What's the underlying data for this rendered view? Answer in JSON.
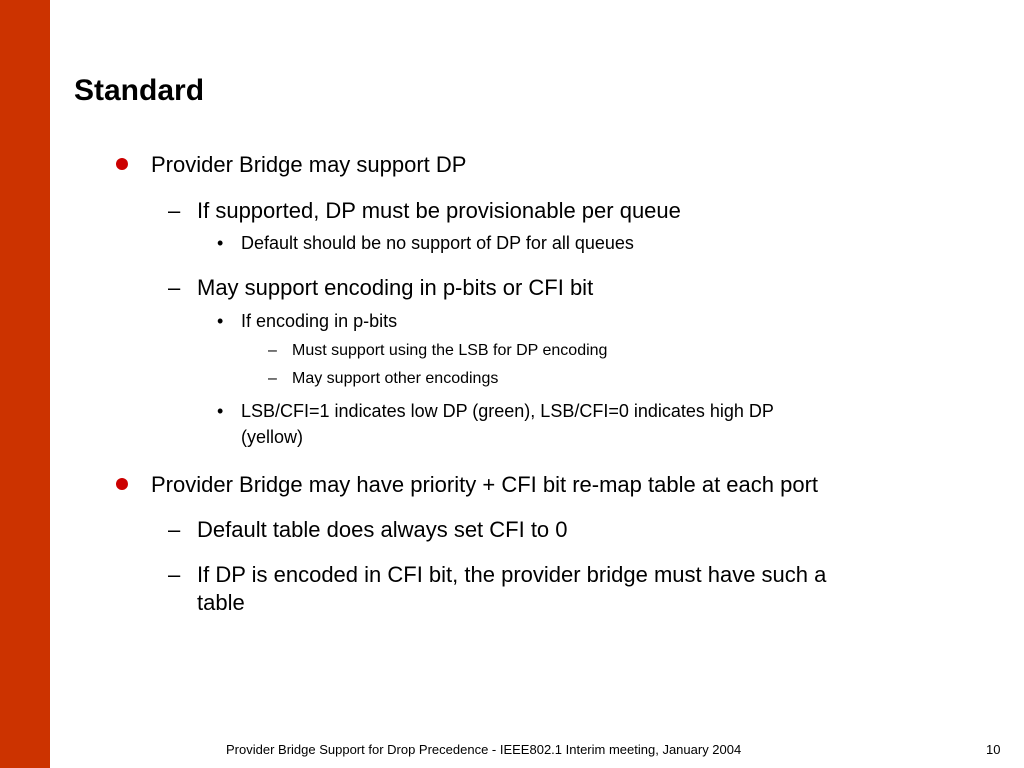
{
  "colors": {
    "sidebar": "#CC3300",
    "bullet": "#CC0000"
  },
  "slide": {
    "title": "Standard",
    "bullets": [
      {
        "text": "Provider Bridge may support DP",
        "subs": [
          {
            "text": "If supported, DP must be provisionable per queue",
            "subs": [
              {
                "text": "Default should be no support of DP for all queues"
              }
            ]
          },
          {
            "text": "May support encoding in p-bits or CFI bit",
            "subs": [
              {
                "text": "If encoding in p-bits",
                "subs": [
                  {
                    "text": "Must support using the LSB for DP encoding"
                  },
                  {
                    "text": "May support other encodings"
                  }
                ]
              },
              {
                "text_line1": "LSB/CFI=1 indicates low DP (green), LSB/CFI=0 indicates high DP",
                "text_line2": "(yellow)"
              }
            ]
          }
        ]
      },
      {
        "text": "Provider Bridge may have priority + CFI bit re-map table at each port",
        "subs": [
          {
            "text": "Default table does always set CFI to 0"
          },
          {
            "text_line1": "If DP is encoded in CFI bit, the provider bridge must have such a",
            "text_line2": "table"
          }
        ]
      }
    ]
  },
  "markers": {
    "dash": "–",
    "dot": "•"
  },
  "footer": {
    "text": "Provider Bridge Support for Drop Precedence - IEEE802.1 Interim meeting, January 2004",
    "page_number": "10"
  }
}
